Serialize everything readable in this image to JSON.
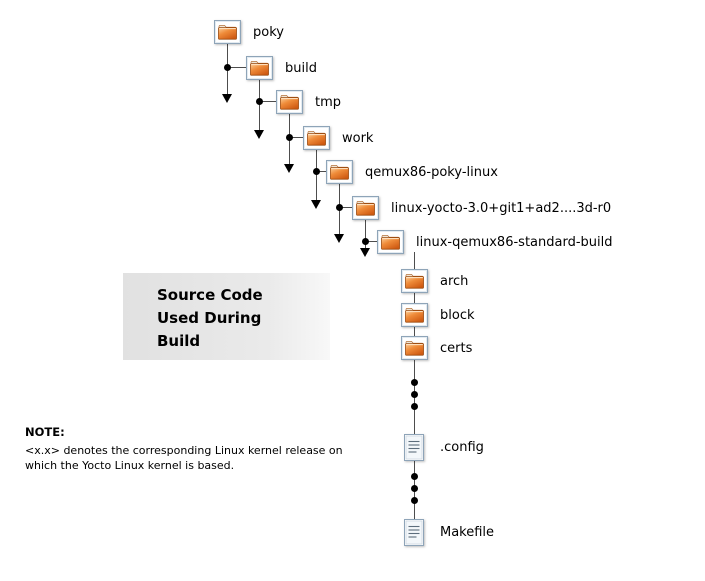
{
  "tree": {
    "nodes": [
      {
        "label": "poky",
        "type": "folder"
      },
      {
        "label": "build",
        "type": "folder"
      },
      {
        "label": "tmp",
        "type": "folder"
      },
      {
        "label": "work",
        "type": "folder"
      },
      {
        "label": "qemux86-poky-linux",
        "type": "folder"
      },
      {
        "label": "linux-yocto-3.0+git1+ad2....3d-r0",
        "type": "folder"
      },
      {
        "label": "linux-qemux86-standard-build",
        "type": "folder"
      },
      {
        "label": "arch",
        "type": "folder"
      },
      {
        "label": "block",
        "type": "folder"
      },
      {
        "label": "certs",
        "type": "folder"
      },
      {
        "label": ".config",
        "type": "file"
      },
      {
        "label": "Makefile",
        "type": "file"
      }
    ]
  },
  "callout": {
    "line1": "Source Code",
    "line2": "Used During",
    "line3": "Build"
  },
  "note": {
    "label": "NOTE:",
    "text1": "<x.x> denotes the corresponding Linux kernel release on",
    "text2": "which the Yocto Linux kernel is based."
  },
  "colors": {
    "folder_orange": "#e2641b",
    "connector_gray": "#4d4d4d"
  }
}
